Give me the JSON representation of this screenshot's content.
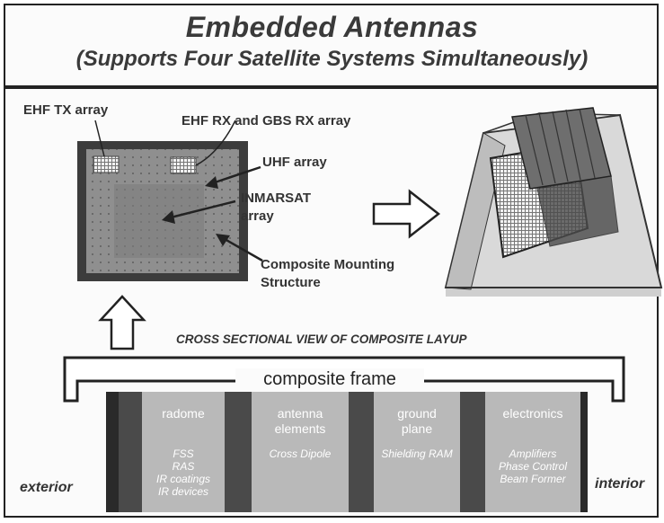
{
  "title": "Embedded Antennas",
  "subtitle": "(Supports Four Satellite Systems Simultaneously)",
  "labels": {
    "ehf_tx": "EHF TX array",
    "ehf_rx": "EHF RX and GBS RX array",
    "uhf": "UHF array",
    "inmarsat": [
      "INMARSAT",
      "array"
    ],
    "mounting": [
      "Composite Mounting",
      "Structure"
    ]
  },
  "cross_section_title": "CROSS SECTIONAL VIEW OF COMPOSITE LAYUP",
  "frame_label": "composite frame",
  "side_labels": {
    "exterior": "exterior",
    "interior": "interior"
  },
  "layers": [
    {
      "title": [
        "radome"
      ],
      "items": [
        "FSS",
        "RAS",
        "IR coatings",
        "IR devices"
      ]
    },
    {
      "title": [
        "antenna",
        "elements"
      ],
      "items": [
        "Cross Dipole"
      ]
    },
    {
      "title": [
        "ground",
        "plane"
      ],
      "items": [
        "Shielding RAM"
      ]
    },
    {
      "title": [
        "electronics"
      ],
      "items": [
        "Amplifiers",
        "Phase Control",
        "Beam Former"
      ]
    }
  ],
  "colors": {
    "panel": "#8f8f8f",
    "panel_border": "#3c3c3c",
    "layer_fill": "#b9b9b9",
    "layer_bar": "#4a4a4a",
    "frame": "#222222"
  }
}
